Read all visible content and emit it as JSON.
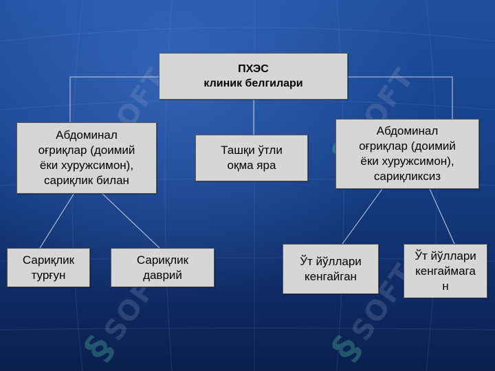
{
  "diagram": {
    "root": {
      "label": "ПХЭС\nклиник белгилари"
    },
    "left_branch": {
      "label": "Абдоминал\nоғриқлар (доимий\nёки хуружсимон),\nсариқлик билан"
    },
    "middle_branch": {
      "label": "Ташқи ўтли\nоқма яра"
    },
    "right_branch": {
      "label": "Абдоминал\nоғриқлар (доимий\nёки хуружсимон),\nсариқликсиз"
    },
    "leaf_1": {
      "label": "Сариқлик\nтурғун"
    },
    "leaf_2": {
      "label": "Сариқлик\nдаврий"
    },
    "leaf_3": {
      "label": "Ўт йўллари\nкенгайган"
    },
    "leaf_4": {
      "label": "Ўт йўллари\nкенгаймага\nн"
    }
  },
  "watermark": {
    "text": "SOFT",
    "logo_icon": "s-logo-icon"
  },
  "colors": {
    "box_fill": "#d6d6d6",
    "background": "#163f86",
    "connector": "#c8d0e0"
  }
}
